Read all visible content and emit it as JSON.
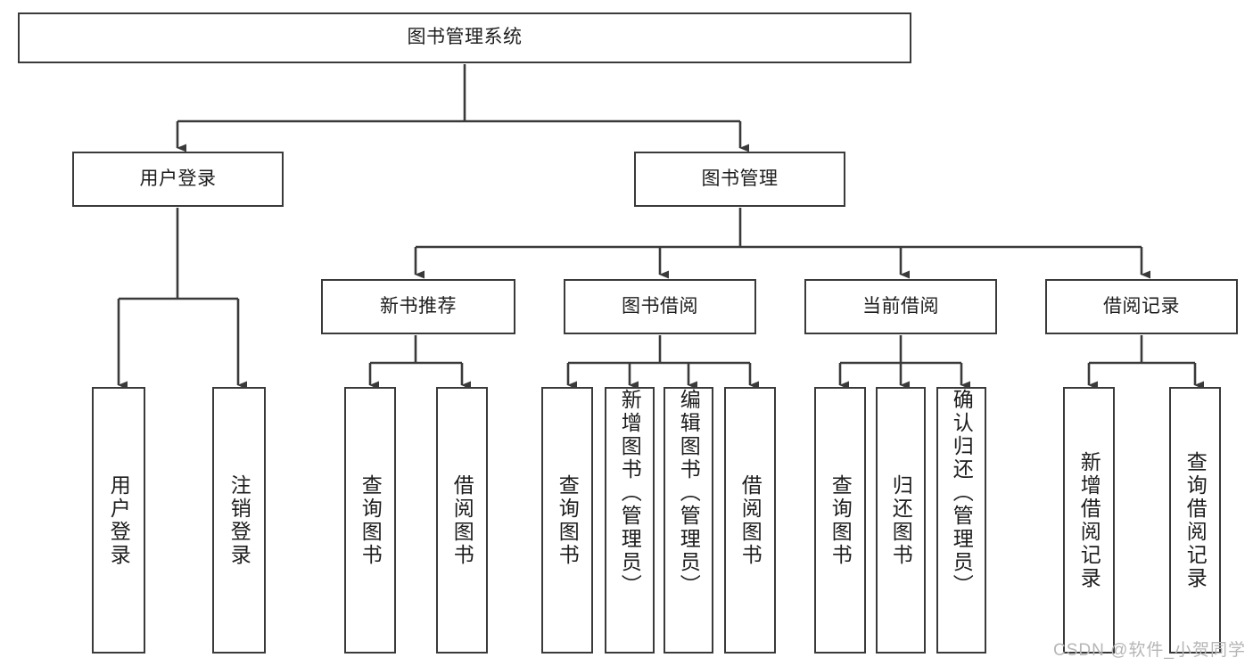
{
  "diagram": {
    "type": "tree-hierarchy",
    "title": "图书管理系统",
    "colors": {
      "box_border": "#3a3a3a",
      "connector": "#3a3a3a",
      "background": "#ffffff",
      "text": "#1d1d1d",
      "watermark": "#b6b6b6"
    },
    "root": {
      "label": "图书管理系统"
    },
    "level2": [
      {
        "label": "用户登录"
      },
      {
        "label": "图书管理"
      }
    ],
    "level3": [
      {
        "label": "新书推荐"
      },
      {
        "label": "图书借阅"
      },
      {
        "label": "当前借阅"
      },
      {
        "label": "借阅记录"
      }
    ],
    "leaves": [
      {
        "label": "用户登录",
        "parent": "用户登录"
      },
      {
        "label": "注销登录",
        "parent": "用户登录"
      },
      {
        "label": "查询图书",
        "parent": "新书推荐"
      },
      {
        "label": "借阅图书",
        "parent": "新书推荐"
      },
      {
        "label": "查询图书",
        "parent": "图书借阅"
      },
      {
        "label": "新增图书（管理员）",
        "parent": "图书借阅"
      },
      {
        "label": "编辑图书（管理员）",
        "parent": "图书借阅"
      },
      {
        "label": "借阅图书",
        "parent": "图书借阅"
      },
      {
        "label": "查询图书",
        "parent": "当前借阅"
      },
      {
        "label": "归还图书",
        "parent": "当前借阅"
      },
      {
        "label": "确认归还（管理员）",
        "parent": "当前借阅"
      },
      {
        "label": "新增借阅记录",
        "parent": "借阅记录"
      },
      {
        "label": "查询借阅记录",
        "parent": "借阅记录"
      }
    ]
  },
  "watermark": {
    "text": "CSDN @软件_小贺同学"
  }
}
